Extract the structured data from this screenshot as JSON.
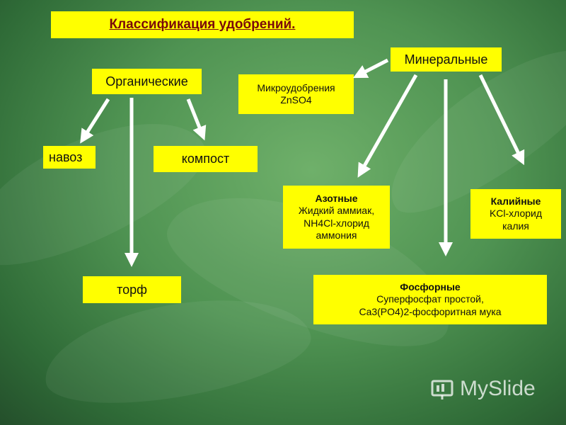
{
  "title": "Классификация удобрений.",
  "nodes": {
    "organic": "Органические",
    "mineral": "Минеральные",
    "micro": {
      "line1": "Микроудобрения",
      "line2": "ZnSO4"
    },
    "manure": "навоз",
    "compost": "компост",
    "peat": "торф",
    "nitrogen": {
      "head": "Азотные",
      "l1": "Жидкий аммиак,",
      "l2": "NH4Cl-хлорид",
      "l3": "аммония"
    },
    "potassium": {
      "head": "Калийные",
      "l1": "KCl-хлорид",
      "l2": "калия"
    },
    "phosphorus": {
      "head": "Фосфорные",
      "l1": "Суперфосфат простой,",
      "l2": "Ca3(PO4)2-фосфоритная мука"
    }
  },
  "colors": {
    "box": "#ffff00",
    "title_text": "#7a0a0a",
    "arrow": "#ffffff"
  },
  "watermark": "MySlide"
}
